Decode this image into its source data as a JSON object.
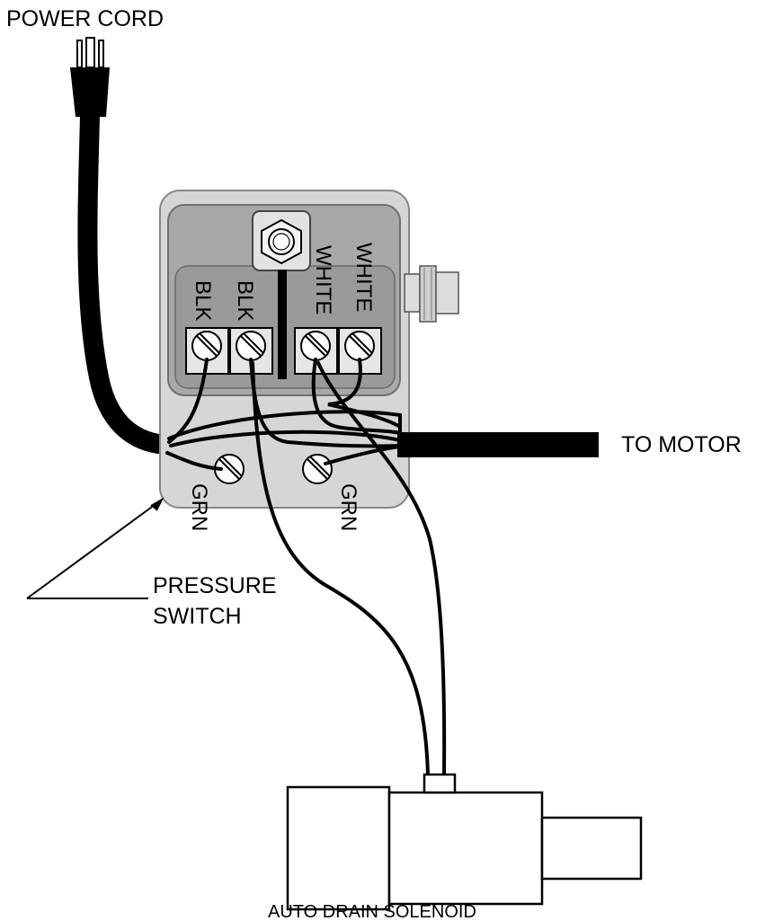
{
  "labels": {
    "power_cord": "POWER CORD",
    "to_motor": "TO MOTOR",
    "pressure_switch_line1": "PRESSURE",
    "pressure_switch_line2": "SWITCH",
    "auto_drain_solenoid": "AUTO DRAIN SOLENOID",
    "grn_left": "GRN",
    "grn_right": "GRN"
  },
  "terminals": [
    {
      "label": "BLK"
    },
    {
      "label": "BLK"
    },
    {
      "label": "WHITE"
    },
    {
      "label": "WHITE"
    }
  ],
  "colors": {
    "line": "#000000",
    "housing": "#d6d6d6",
    "panel": "#a8a8a8",
    "inner_panel": "#9a9a9a",
    "terminal_block": "#e6e6e6"
  }
}
